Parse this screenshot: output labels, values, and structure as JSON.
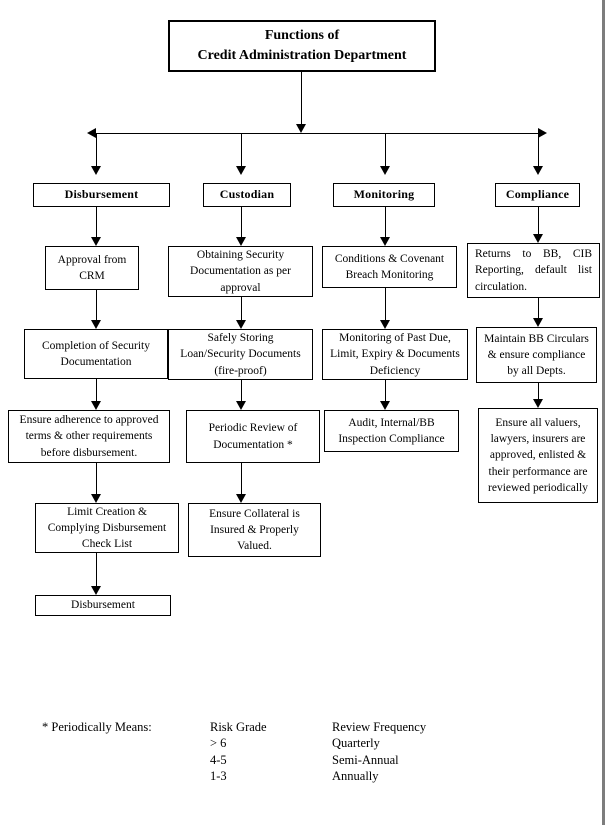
{
  "title": {
    "line1": "Functions of",
    "line2": "Credit Administration Department"
  },
  "columns": [
    {
      "header": "Disbursement",
      "boxes": [
        "Approval from CRM",
        "Completion of Security Documentation",
        "Ensure adherence to approved terms & other requirements before disbursement.",
        "Limit Creation & Complying Disbursement Check List",
        "Disbursement"
      ]
    },
    {
      "header": "Custodian",
      "boxes": [
        "Obtaining Security Documentation as per approval",
        "Safely Storing Loan/Security Documents (fire-proof)",
        "Periodic Review of Documentation *",
        "Ensure Collateral is Insured & Properly Valued."
      ]
    },
    {
      "header": "Monitoring",
      "boxes": [
        "Conditions & Covenant Breach Monitoring",
        "Monitoring of Past Due, Limit, Expiry & Documents Deficiency",
        "Audit, Internal/BB Inspection Compliance"
      ]
    },
    {
      "header": "Compliance",
      "boxes": [
        "Returns to BB, CIB Reporting, default list circulation.",
        "Maintain BB Circulars & ensure compliance by all Depts.",
        "Ensure all valuers, lawyers, insurers are approved, enlisted & their performance are reviewed periodically"
      ]
    }
  ],
  "footnote": {
    "label": "* Periodically Means:",
    "risk_grade_header": "Risk Grade",
    "review_frequency_header": "Review Frequency",
    "rows": [
      {
        "grade": "> 6",
        "frequency": "Quarterly"
      },
      {
        "grade": "4-5",
        "frequency": "Semi-Annual"
      },
      {
        "grade": "1-3",
        "frequency": "Annually"
      }
    ]
  },
  "colors": {
    "line": "#000000",
    "page_edge": "#7d7d7d"
  }
}
